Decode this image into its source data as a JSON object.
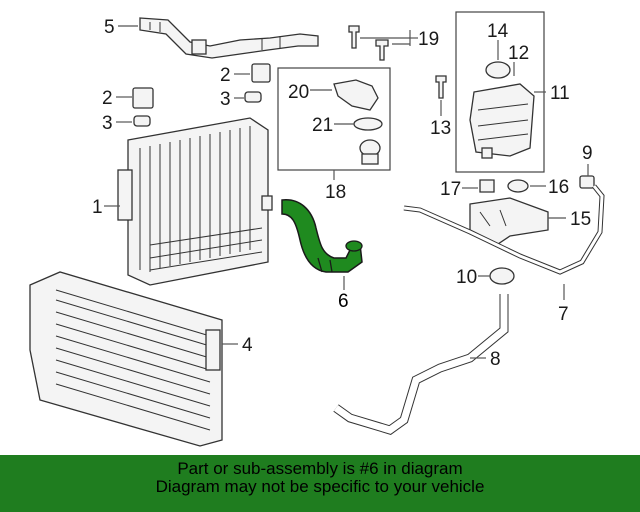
{
  "callouts": {
    "c1": "1",
    "c2a": "2",
    "c2b": "2",
    "c3a": "3",
    "c3b": "3",
    "c4": "4",
    "c5": "5",
    "c6": "6",
    "c7": "7",
    "c8": "8",
    "c9": "9",
    "c10": "10",
    "c11": "11",
    "c12": "12",
    "c13": "13",
    "c14": "14",
    "c15": "15",
    "c16": "16",
    "c17": "17",
    "c18": "18",
    "c19": "19",
    "c20": "20",
    "c21": "21"
  },
  "banner": {
    "line1": "Part or sub-assembly is #6 in diagram",
    "line2": "Diagram may not be specific to your vehicle"
  },
  "colors": {
    "highlight_part": "#1f8a1f",
    "banner_background": "#1f7d1f"
  }
}
